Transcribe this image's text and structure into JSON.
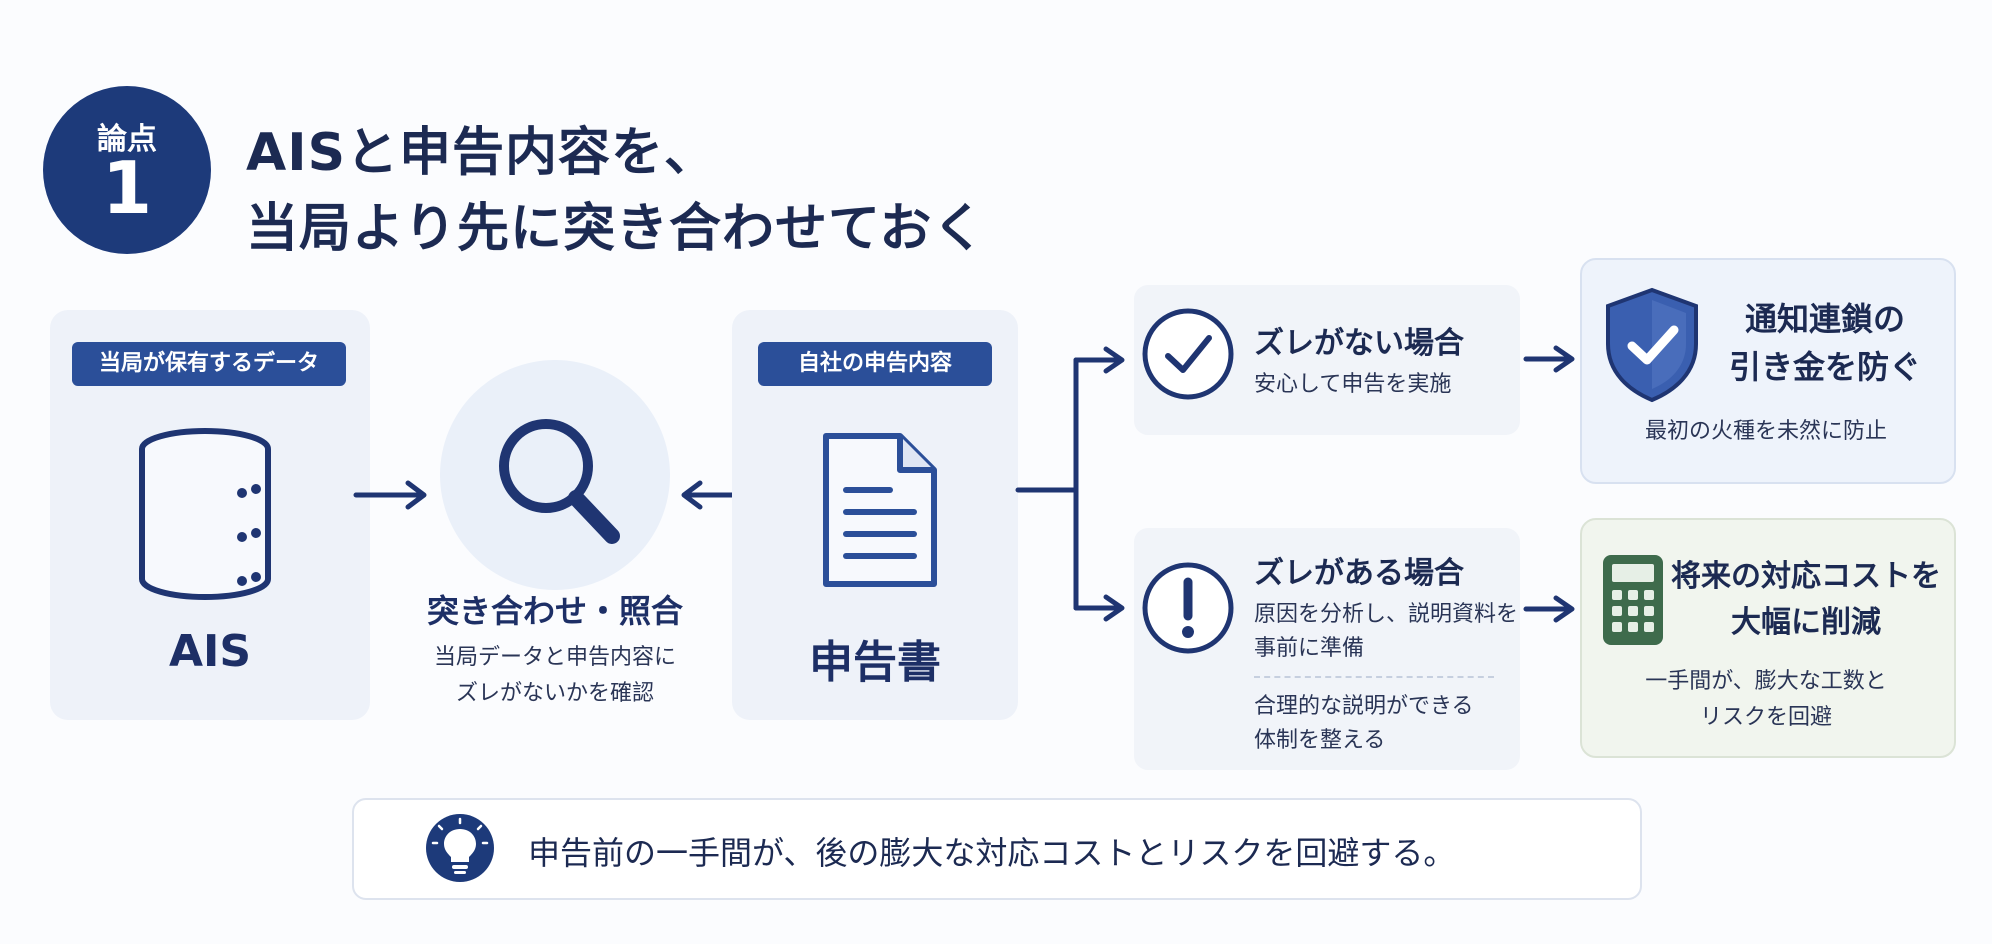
{
  "header": {
    "badge_label": "論点",
    "badge_number": "1",
    "title_line1": "AISと申告内容を、",
    "title_line2": "当局より先に突き合わせておく"
  },
  "left_panel": {
    "tag": "当局が保有するデータ",
    "label": "AIS",
    "icon": "database-icon"
  },
  "middle": {
    "icon": "magnifier-icon",
    "title": "突き合わせ・照合",
    "desc_line1": "当局データと申告内容に",
    "desc_line2": "ズレがないかを確認"
  },
  "right_panel": {
    "tag": "自社の申告内容",
    "label": "申告書",
    "icon": "document-icon"
  },
  "case_ok": {
    "icon": "check-circle-icon",
    "title": "ズレがない場合",
    "text": "安心して申告を実施"
  },
  "case_ng": {
    "icon": "exclamation-circle-icon",
    "title": "ズレがある場合",
    "text_line1": "原因を分析し、説明資料を",
    "text_line2": "事前に準備",
    "text_line3": "合理的な説明ができる",
    "text_line4": "体制を整える"
  },
  "result_ok": {
    "icon": "shield-check-icon",
    "title_line1": "通知連鎖の",
    "title_line2": "引き金を防ぐ",
    "text": "最初の火種を未然に防止"
  },
  "result_ng": {
    "icon": "calculator-icon",
    "title_line1": "将来の対応コストを",
    "title_line2": "大幅に削減",
    "text_line1": "一手間が、膨大な工数と",
    "text_line2": "リスクを回避"
  },
  "footer": {
    "icon": "lightbulb-icon",
    "text": "申告前の一手間が、後の膨大な対応コストとリスクを回避する。"
  },
  "colors": {
    "navy": "#1d3a7a",
    "tag_blue": "#2b4f99",
    "green": "#3e6b4c"
  }
}
